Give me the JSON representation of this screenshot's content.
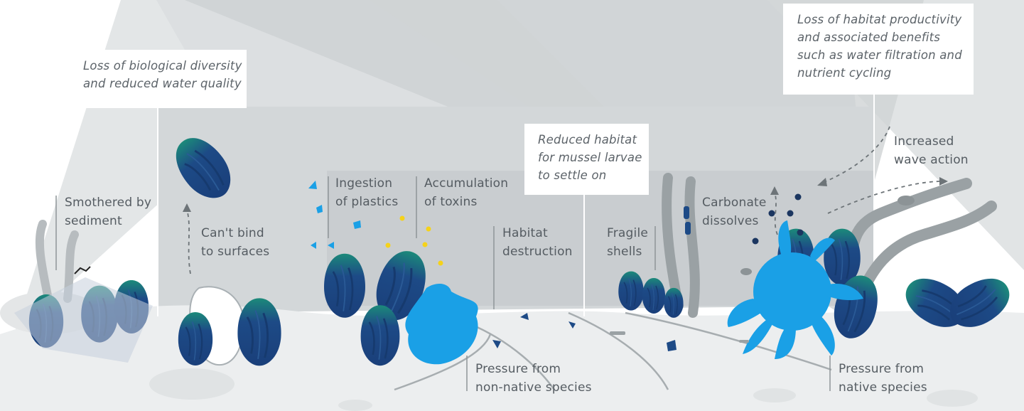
{
  "callouts": {
    "biodiversity": [
      "Loss of biological diversity",
      "and reduced water quality"
    ],
    "productivity": [
      "Loss of habitat productivity",
      "and associated benefits",
      "such as water filtration and",
      "nutrient cycling"
    ],
    "larvae": [
      "Reduced habitat",
      "for mussel larvae",
      "to settle on"
    ]
  },
  "labels": {
    "sediment": [
      "Smothered by",
      "sediment"
    ],
    "bind": [
      "Can't bind",
      "to surfaces"
    ],
    "plastics": [
      "Ingestion",
      "of plastics"
    ],
    "toxins": [
      "Accumulation",
      "of toxins"
    ],
    "habitat": [
      "Habitat",
      "destruction"
    ],
    "shells": [
      "Fragile",
      "shells"
    ],
    "carbonate": [
      "Carbonate",
      "dissolves"
    ],
    "wave": [
      "Increased",
      "wave action"
    ],
    "nonnative": [
      "Pressure from",
      "non-native species"
    ],
    "native": [
      "Pressure from",
      "native species"
    ]
  },
  "colors": {
    "mussel_dark": "#1d4a86",
    "mussel_green": "#1c8a7a",
    "invasive_blue": "#1aa0e6",
    "gray_ray": "#d4d8da",
    "gray_seabed": "#e9ebec",
    "gray_rock": "#9aa1a4",
    "text": "#555c62",
    "plastic_blue": "#1aa0e6",
    "toxin_yellow": "#f5d21a"
  }
}
